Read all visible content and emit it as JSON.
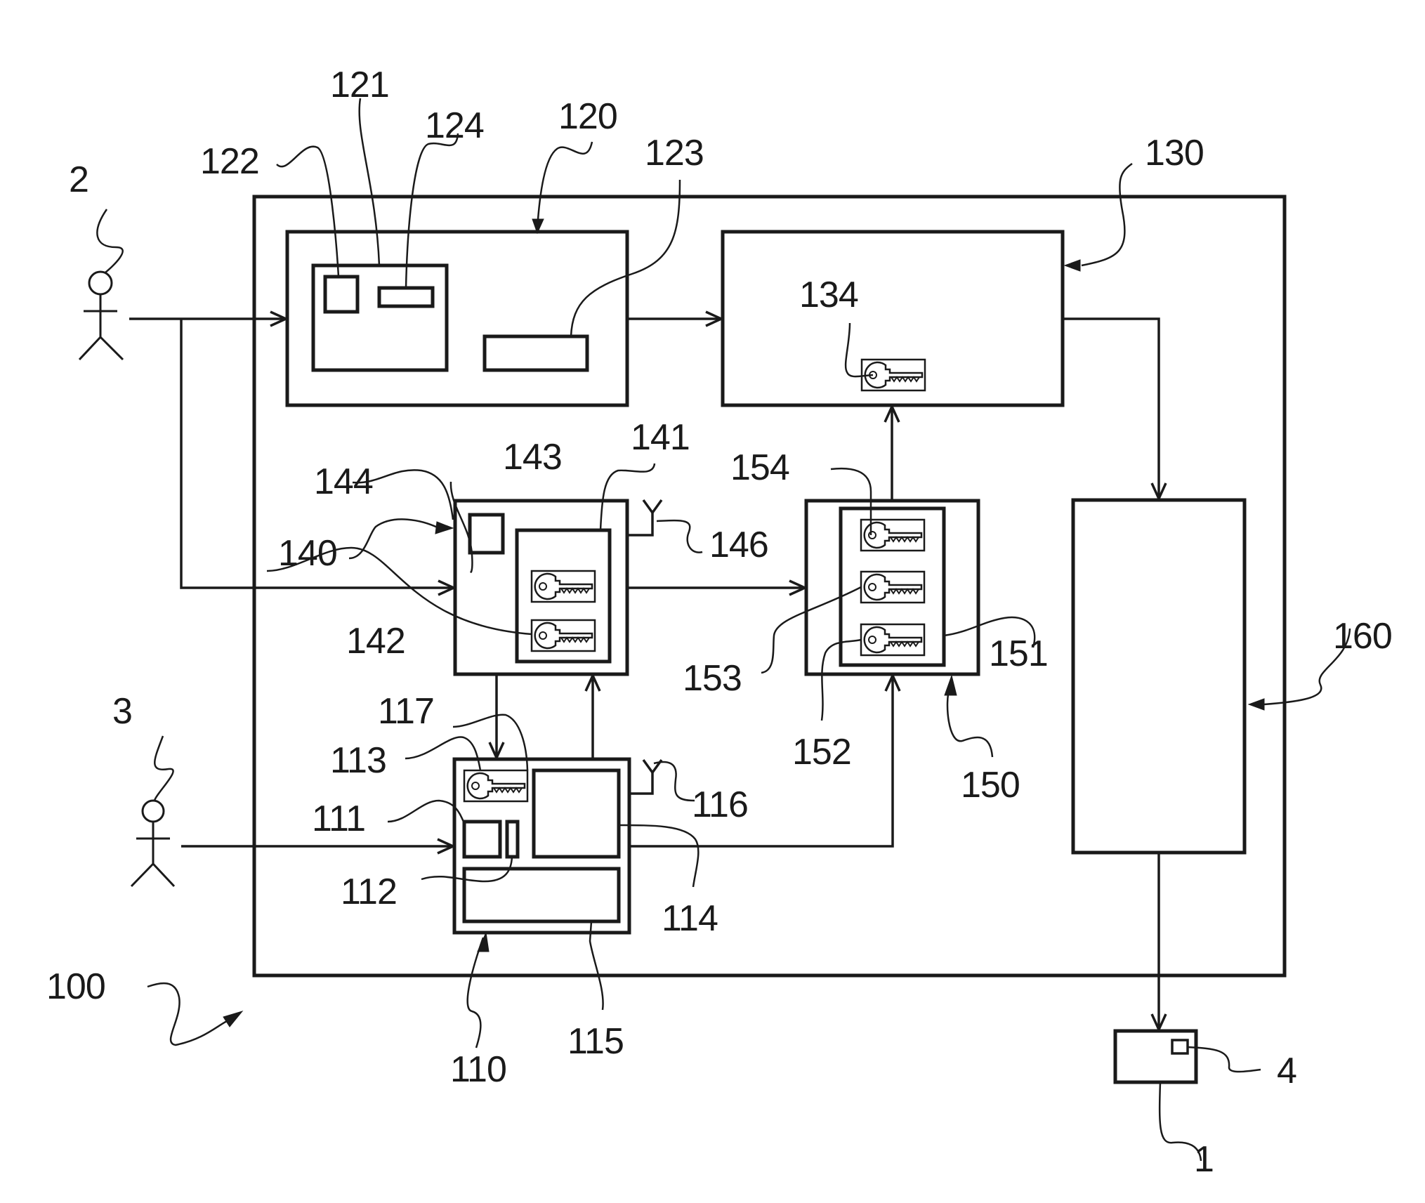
{
  "figure": {
    "description": "Patent block diagram of a key management system",
    "line_color": "#1a1a1a",
    "background": "#ffffff"
  },
  "labels": {
    "actor_2": "2",
    "actor_3": "3",
    "system_100": "100",
    "unit_110": "110",
    "unit_111": "111",
    "unit_112": "112",
    "unit_113": "113",
    "unit_114": "114",
    "unit_115": "115",
    "unit_116": "116",
    "unit_117": "117",
    "unit_120": "120",
    "unit_121": "121",
    "unit_122": "122",
    "unit_123": "123",
    "unit_124": "124",
    "unit_130": "130",
    "unit_134": "134",
    "unit_140": "140",
    "unit_141": "141",
    "unit_142": "142",
    "unit_143": "143",
    "unit_144": "144",
    "unit_146": "146",
    "unit_150": "150",
    "unit_151": "151",
    "unit_152": "152",
    "unit_153": "153",
    "unit_154": "154",
    "unit_160": "160",
    "device_1": "1",
    "device_4": "4"
  },
  "icons": {
    "key": "key-icon",
    "antenna": "antenna-icon",
    "person": "person-icon"
  }
}
